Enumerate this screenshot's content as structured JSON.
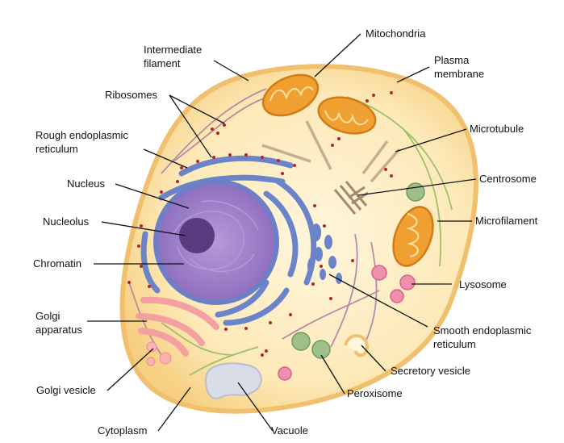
{
  "labels": {
    "intermediate_filament_1": "Intermediate",
    "intermediate_filament_2": "filament",
    "ribosomes": "Ribosomes",
    "rough_er_1": "Rough endoplasmic",
    "rough_er_2": "reticulum",
    "nucleus": "Nucleus",
    "nucleolus": "Nucleolus",
    "chromatin": "Chromatin",
    "golgi_1": "Golgi",
    "golgi_2": "apparatus",
    "golgi_vesicle": "Golgi vesicle",
    "cytoplasm": "Cytoplasm",
    "vacuole": "Vacuole",
    "peroxisome": "Peroxisome",
    "secretory_vesicle": "Secretory vesicle",
    "smooth_er_1": "Smooth endoplasmic",
    "smooth_er_2": "reticulum",
    "lysosome": "Lysosome",
    "microfilament": "Microfilament",
    "centrosome": "Centrosome",
    "microtubule": "Microtubule",
    "plasma_membrane_1": "Plasma",
    "plasma_membrane_2": "membrane",
    "mitochondria": "Mitochondria"
  },
  "colors": {
    "cell_fill": "#fde7b0",
    "cell_stroke": "#f3c87a",
    "nucleus": "#8d6fc0",
    "nucleolus": "#5b3a80",
    "er": "#6b83c9",
    "ribosome": "#b3242c",
    "mitochondria": "#f0a030",
    "golgi": "#f4a0a0",
    "lysosome": "#e9709a",
    "peroxisome": "#8fb07a",
    "vacuole": "#d8dde8"
  }
}
